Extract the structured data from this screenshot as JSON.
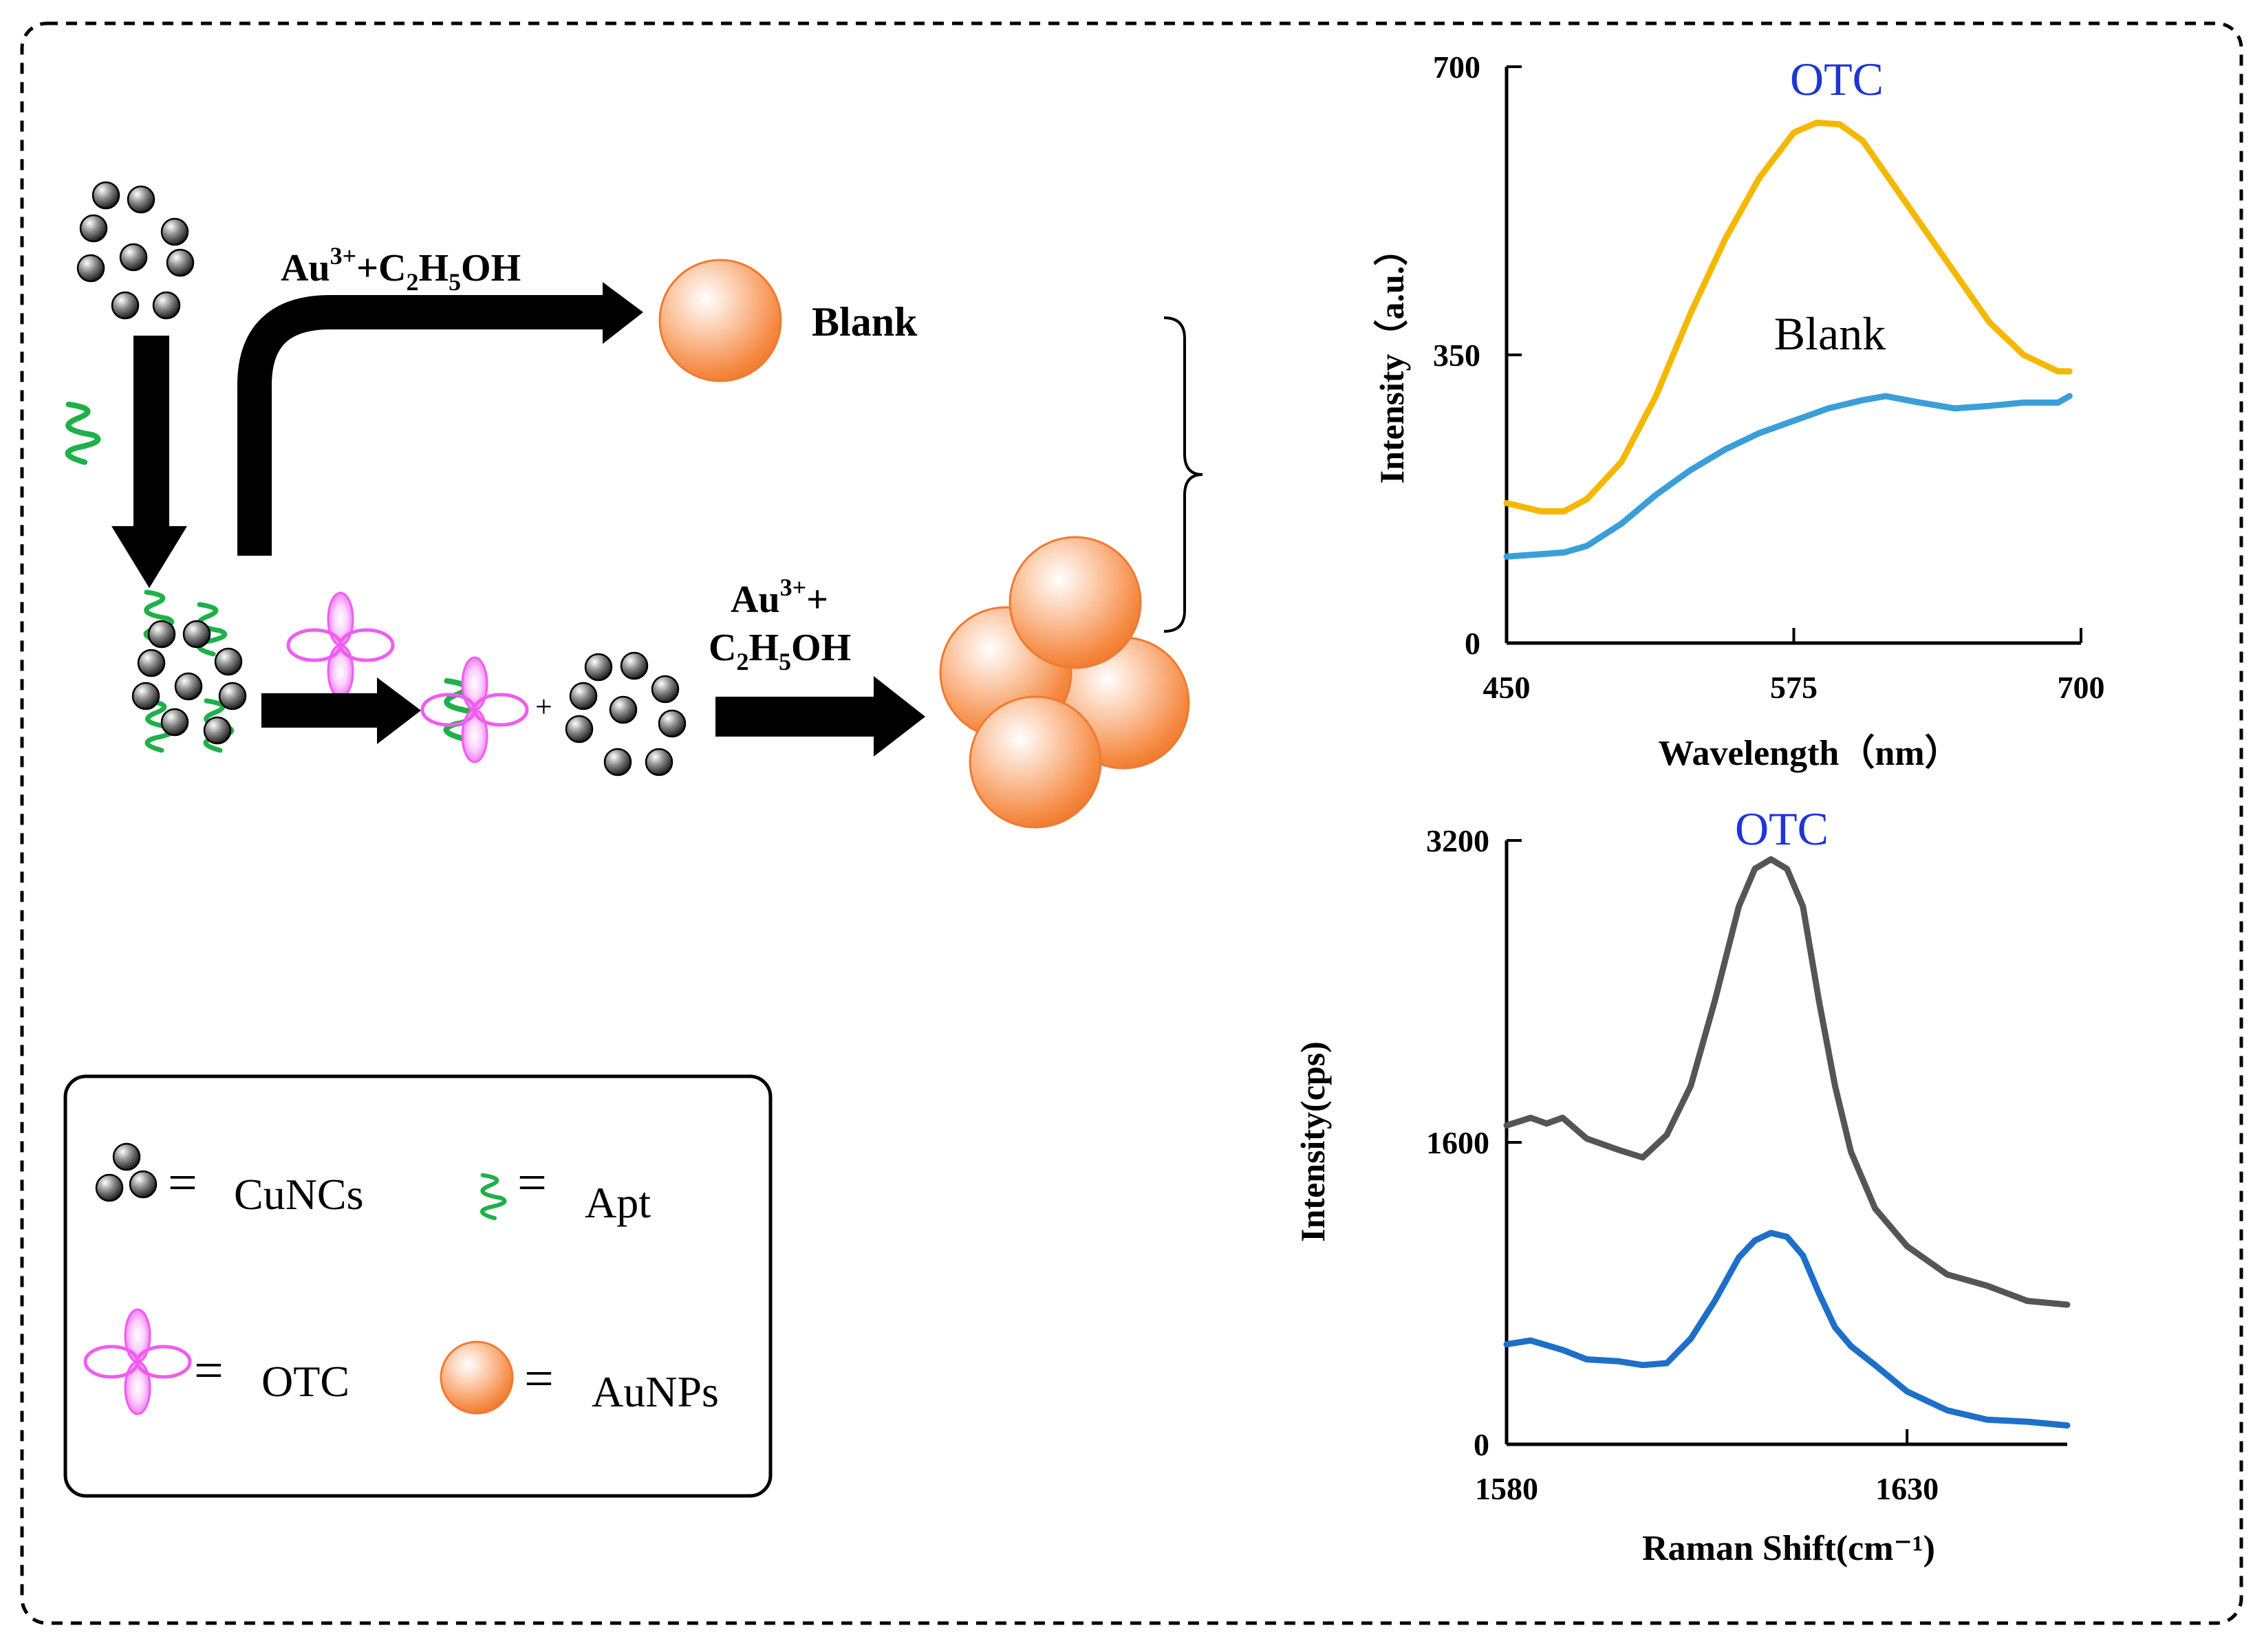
{
  "scheme": {
    "reagent_top": "Au",
    "reagent_top_sup": "3+",
    "reagent_top_rest_1": "+C",
    "reagent_top_sub_1": "2",
    "reagent_top_rest_2": "H",
    "reagent_top_sub_2": "5",
    "reagent_top_rest_3": "OH",
    "blank_label": "Blank",
    "reagent_bottom_line1": "Au",
    "reagent_bottom_line1_sup": "3+",
    "reagent_bottom_line1_rest": "+",
    "reagent_bottom_line2_a": "C",
    "reagent_bottom_line2_sub1": "2",
    "reagent_bottom_line2_b": "H",
    "reagent_bottom_line2_sub2": "5",
    "reagent_bottom_line2_c": "OH",
    "plus_sign": "+"
  },
  "legend": {
    "items": [
      {
        "symbol": "=",
        "label": "CuNCs"
      },
      {
        "symbol": "=",
        "label": "Apt"
      },
      {
        "symbol": "=",
        "label": "OTC"
      },
      {
        "symbol": "=",
        "label": "AuNPs"
      }
    ]
  },
  "colors": {
    "otc_label": "#1f35d6",
    "yellow_curve": "#f5b800",
    "cyan_curve": "#3a9fd8",
    "gray_curve": "#555555",
    "blue_curve": "#1e6fc8",
    "apt_green": "#1fb04a",
    "otc_magenta": "#f05cf0",
    "aunp_orange": "#f58a42"
  },
  "chart_data": [
    {
      "type": "line",
      "title": "",
      "xlabel": "Wavelength（nm）",
      "ylabel": "Intensity（a.u.）",
      "xlim": [
        450,
        700
      ],
      "ylim": [
        0,
        700
      ],
      "xticks": [
        "450",
        "575",
        "700"
      ],
      "yticks": [
        "0",
        "350",
        "700"
      ],
      "annotations": [
        "OTC",
        "Blank"
      ],
      "series": [
        {
          "name": "OTC",
          "x": [
            450,
            465,
            475,
            485,
            500,
            515,
            530,
            545,
            560,
            575,
            585,
            595,
            605,
            615,
            630,
            645,
            660,
            675,
            690,
            695
          ],
          "y": [
            170,
            160,
            160,
            175,
            220,
            300,
            400,
            490,
            565,
            620,
            632,
            630,
            610,
            570,
            510,
            450,
            390,
            350,
            330,
            330
          ]
        },
        {
          "name": "Blank",
          "x": [
            450,
            465,
            475,
            485,
            500,
            515,
            530,
            545,
            560,
            575,
            590,
            605,
            615,
            630,
            645,
            660,
            675,
            690,
            695
          ],
          "y": [
            105,
            108,
            110,
            118,
            145,
            180,
            210,
            235,
            255,
            270,
            285,
            295,
            300,
            292,
            285,
            288,
            292,
            292,
            300
          ]
        }
      ]
    },
    {
      "type": "line",
      "title": "",
      "xlabel": "Raman Shift(cm⁻¹)",
      "ylabel": "Intensity(cps)",
      "xlim": [
        1580,
        1650
      ],
      "ylim": [
        0,
        3200
      ],
      "xticks": [
        "1580",
        "1630"
      ],
      "yticks": [
        "0",
        "1600",
        "3200"
      ],
      "annotations": [
        "OTC"
      ],
      "series": [
        {
          "name": "OTC",
          "x": [
            1580,
            1583,
            1585,
            1587,
            1590,
            1594,
            1597,
            1600,
            1603,
            1606,
            1609,
            1611,
            1613,
            1615,
            1617,
            1619,
            1621,
            1623,
            1626,
            1630,
            1635,
            1640,
            1645,
            1650
          ],
          "y": [
            1690,
            1730,
            1700,
            1730,
            1620,
            1560,
            1520,
            1640,
            1900,
            2350,
            2850,
            3050,
            3100,
            3050,
            2850,
            2350,
            1900,
            1550,
            1250,
            1050,
            900,
            840,
            760,
            740
          ]
        },
        {
          "x": [
            1580,
            1583,
            1587,
            1590,
            1594,
            1597,
            1600,
            1603,
            1606,
            1609,
            1611,
            1613,
            1615,
            1617,
            1619,
            1621,
            1623,
            1626,
            1630,
            1635,
            1640,
            1645,
            1650
          ],
          "y": [
            530,
            550,
            500,
            450,
            440,
            420,
            430,
            560,
            760,
            990,
            1080,
            1120,
            1100,
            1000,
            800,
            620,
            520,
            420,
            280,
            180,
            130,
            120,
            100
          ]
        }
      ]
    }
  ]
}
